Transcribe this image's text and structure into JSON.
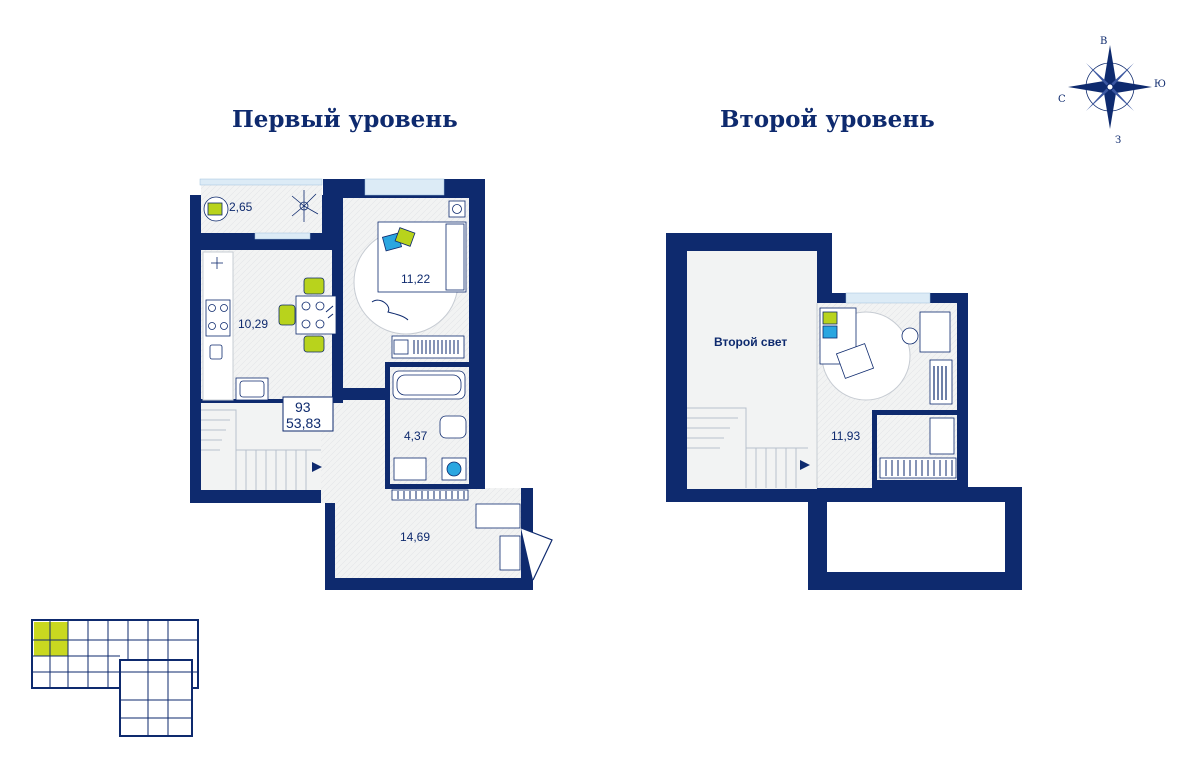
{
  "titles": {
    "level_1": "Первый уровень",
    "level_2": "Второй уровень"
  },
  "compass": {
    "north": "В",
    "east": "Ю",
    "south": "З",
    "west": "С"
  },
  "apartment": {
    "number": "93",
    "total_area": "53,83"
  },
  "rooms_level_1": {
    "balcony": "2,65",
    "kitchen": "10,29",
    "bedroom": "11,22",
    "bathroom": "4,37",
    "hall": "14,69"
  },
  "rooms_level_2": {
    "second_light": "Второй свет",
    "bedroom": "11,93"
  },
  "colors": {
    "wall": "#0e2a6e",
    "floor": "#f2f3f3",
    "accent_green": "#b8d31c",
    "accent_blue": "#2aa6e0",
    "highlight": "#c9d820"
  }
}
